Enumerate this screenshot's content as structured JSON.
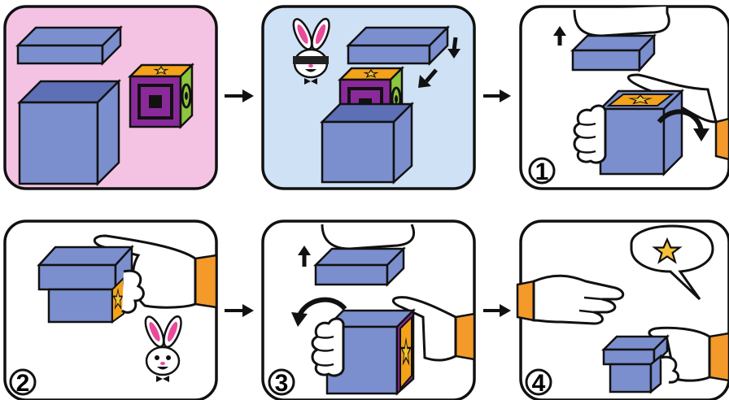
{
  "colors": {
    "panel1_bg": "#f4c3e3",
    "panel2_bg": "#cfe1f4",
    "panel_default_bg": "#ffffff",
    "box_blue": "#7b8fcf",
    "box_blue_dark": "#5d6fb5",
    "cube_purple": "#8a2a9a",
    "cube_green": "#8dc63f",
    "cube_orange": "#f4a21c",
    "star_yellow": "#f7c23a",
    "sleeve_orange": "#f39a2b",
    "bunny_pink": "#e94b9a"
  },
  "icons": {
    "arrow": "right-arrow-icon",
    "up": "up-arrow-icon",
    "down": "down-arrow-icon",
    "rotate": "rotate-arrow-icon",
    "star": "star-icon",
    "bunny": "bunny-icon",
    "glove": "glove-hand-icon",
    "bubble": "speech-bubble-icon"
  },
  "steps": {
    "step1": "1",
    "step2": "2",
    "step3": "3",
    "step4": "4"
  }
}
